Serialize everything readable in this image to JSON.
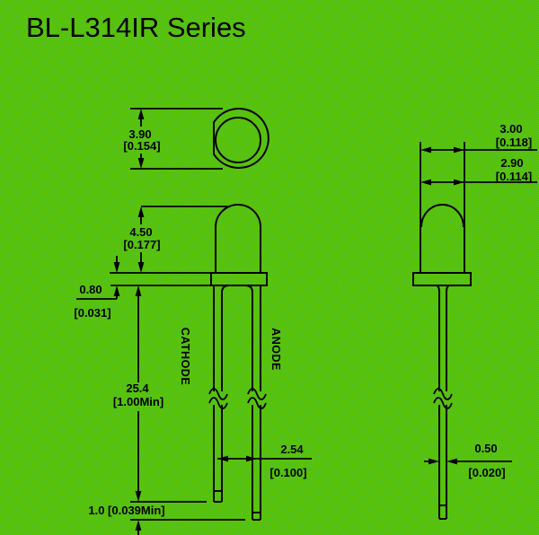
{
  "title": "BL-L314IR Series",
  "labels": {
    "cathode": "CATHODE",
    "anode": "ANODE"
  },
  "colors": {
    "background_light": "#63cb05",
    "background_dark": "#4ab81c",
    "line": "#000000",
    "text": "#000000"
  },
  "dimensions": {
    "flange_diameter": {
      "mm": "3.90",
      "inch": "[0.154]"
    },
    "epoxy_height": {
      "mm": "4.50",
      "inch": "[0.177]"
    },
    "flange_thickness": {
      "mm": "0.80",
      "inch": "[0.031]"
    },
    "lead_length": {
      "mm": "25.4",
      "inch": "[1.00Min]"
    },
    "lead_pitch": {
      "mm": "2.54",
      "inch": "[0.100]"
    },
    "cathode_anode_offset": {
      "text": "1.0 [0.039Min]"
    },
    "body_diameter": {
      "mm": "3.00",
      "inch": "[0.118]"
    },
    "dome_diameter": {
      "mm": "2.90",
      "inch": "[0.114]"
    },
    "lead_thickness": {
      "mm": "0.50",
      "inch": "[0.020]"
    }
  }
}
